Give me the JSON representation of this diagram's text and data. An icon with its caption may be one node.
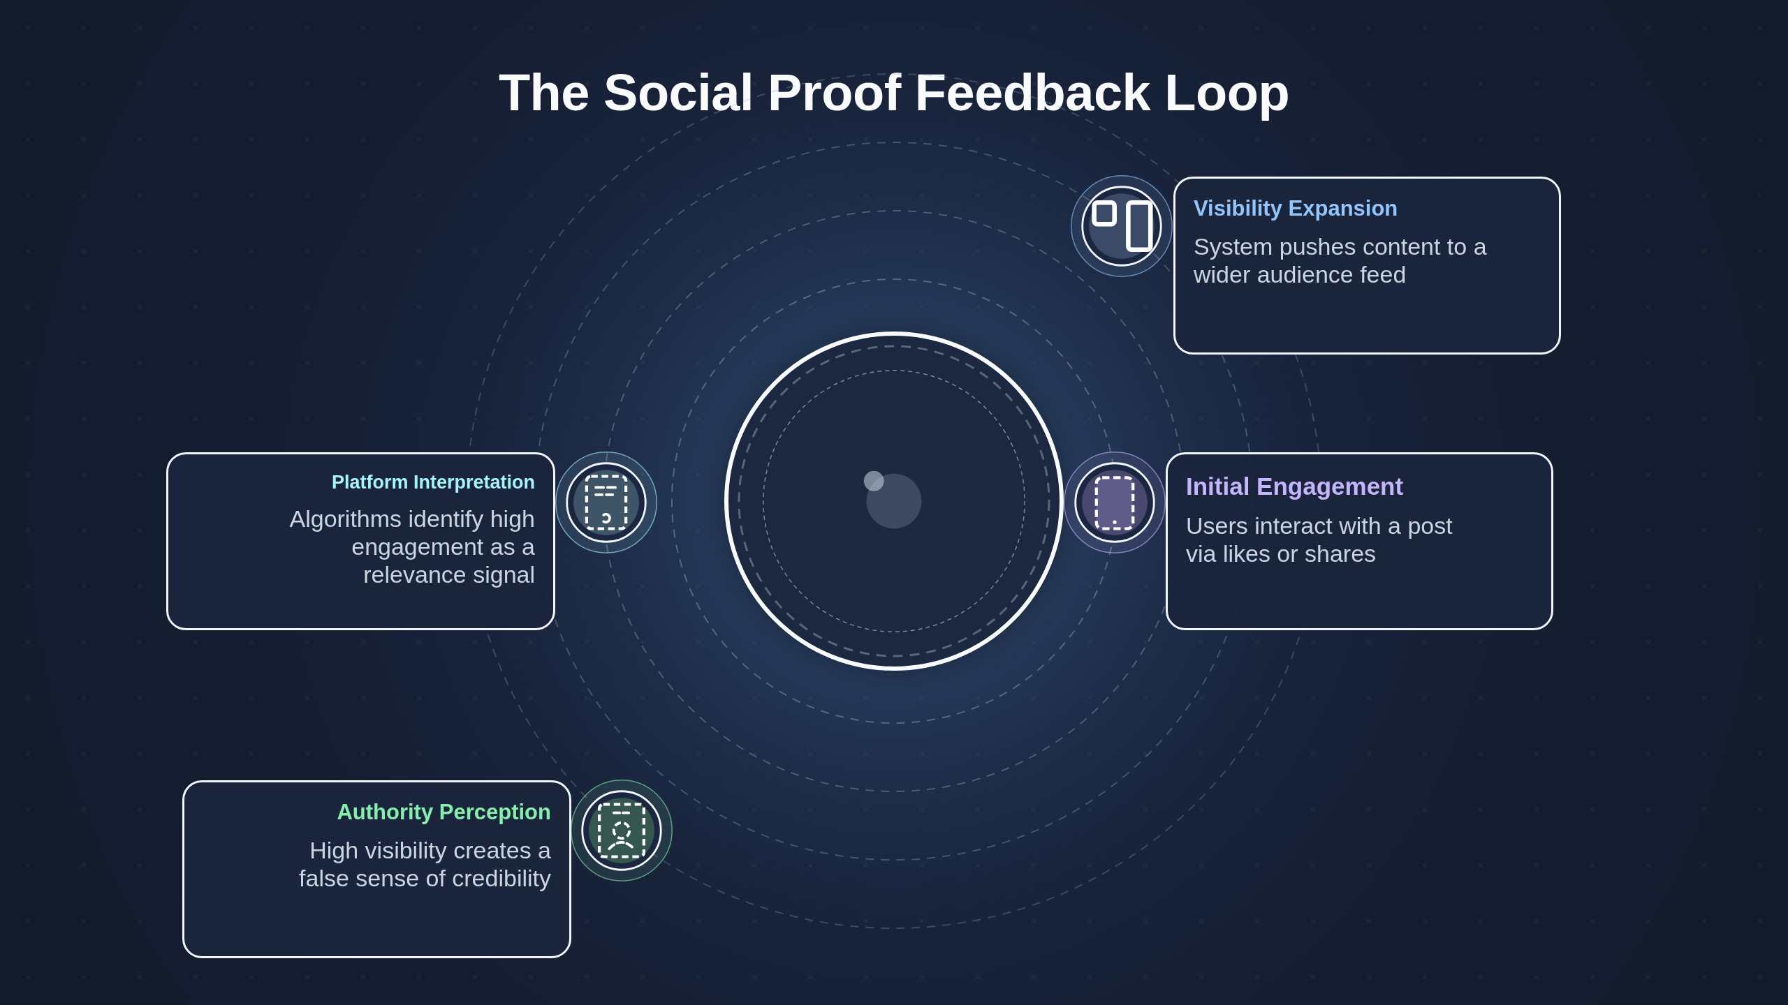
{
  "diagram": {
    "title": "The Social Proof Feedback Loop",
    "nodes": [
      {
        "text": [
          "Visibility Expansion",
          "System pushes content to a wider audience feed"
        ]
      },
      {
        "text": [],
        "shape": "circle"
      },
      {
        "text": [
          "Platform Interpretation",
          "Algorithms identify high engagement as a relevance signal"
        ]
      },
      {
        "text": [
          "Initial Engagement",
          "Users interact with a post via likes or shares"
        ]
      },
      {
        "text": [
          "Authority Perception",
          "High visibility creates a false sense of credibility"
        ]
      }
    ]
  }
}
